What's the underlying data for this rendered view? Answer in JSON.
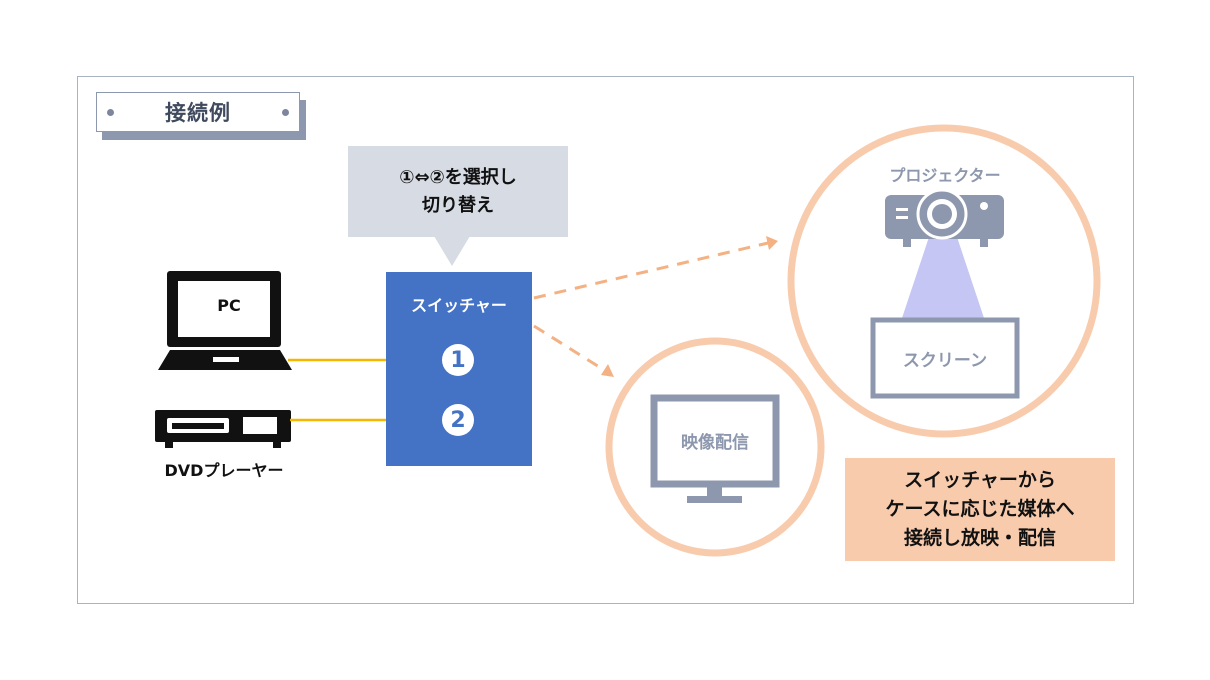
{
  "title": "接続例",
  "callout": {
    "line1": "①⇔②を選択し",
    "line2": "切り替え"
  },
  "switcher": {
    "label": "スイッチャー",
    "port1": "1",
    "port2": "2"
  },
  "sources": {
    "pc": "PC",
    "dvd": "DVDプレーヤー"
  },
  "outputs": {
    "projector": "プロジェクター",
    "screen": "スクリーン",
    "streaming": "映像配信"
  },
  "note": {
    "line1": "スイッチャーから",
    "line2": "ケースに応じた媒体へ",
    "line3": "接続し放映・配信"
  },
  "colors": {
    "switcher": "#4472c4",
    "connector": "#f5b700",
    "dashed_arrow": "#f4b183",
    "ring": "#f8cbad",
    "device_gray": "#8d97ad",
    "callout_bg": "#d6dbe4",
    "beam": "#c6c6f5"
  },
  "icons": [
    "laptop-icon",
    "dvd-player-icon",
    "projector-icon",
    "screen-icon",
    "monitor-icon"
  ]
}
